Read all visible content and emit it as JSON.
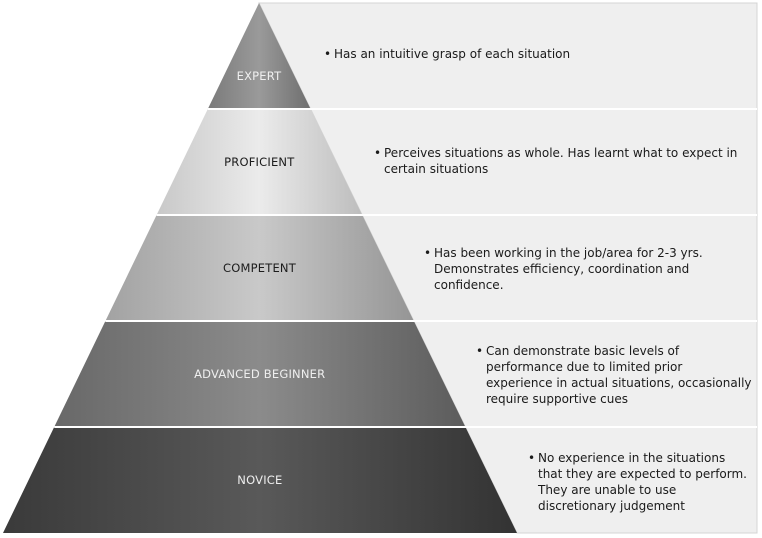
{
  "levels": [
    {
      "label": "EXPERT",
      "description": [
        "Has an intuitive grasp of each situation"
      ]
    },
    {
      "label": "PROFICIENT",
      "description": [
        "Perceives situations as whole. Has learnt what to expect in",
        "certain situations"
      ]
    },
    {
      "label": "COMPETENT",
      "description": [
        "Has been working in the job/area for 2-3 yrs.",
        "Demonstrates efficiency, coordination and",
        "confidence."
      ]
    },
    {
      "label": "ADVANCED BEGINNER",
      "description": [
        "Can demonstrate basic levels of",
        "performance due to limited prior",
        "experience in actual situations, occasionally",
        "require supportive cues"
      ]
    },
    {
      "label": "NOVICE",
      "description": [
        "No experience in the situations",
        "that they are expected to perform.",
        "They are unable to use",
        "discretionary judgement"
      ]
    }
  ],
  "bullet_glyph": "•",
  "colors": {
    "panel_fill": "#efefef",
    "panel_border": "#d4d4d4",
    "divider": "#ffffff",
    "label_light": "#1c1c1c",
    "label_dark": "#efefef"
  }
}
